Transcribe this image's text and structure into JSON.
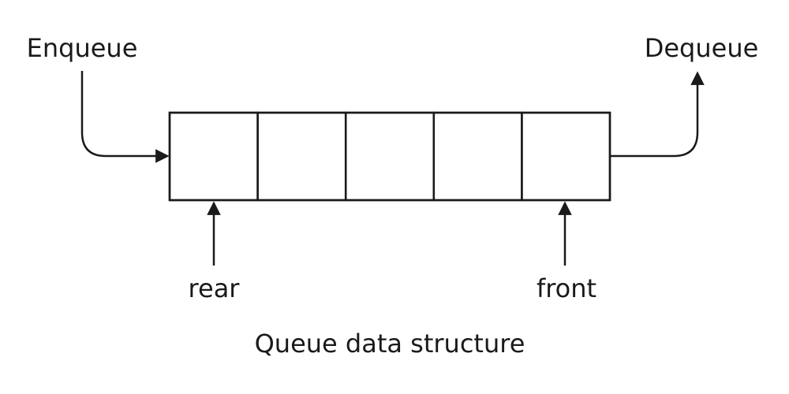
{
  "diagram": {
    "enqueue_label": "Enqueue",
    "dequeue_label": "Dequeue",
    "rear_label": "rear",
    "front_label": "front",
    "caption": "Queue data structure",
    "cell_count": 5,
    "line_color": "#1a1a1a",
    "background_color": "#ffffff"
  }
}
